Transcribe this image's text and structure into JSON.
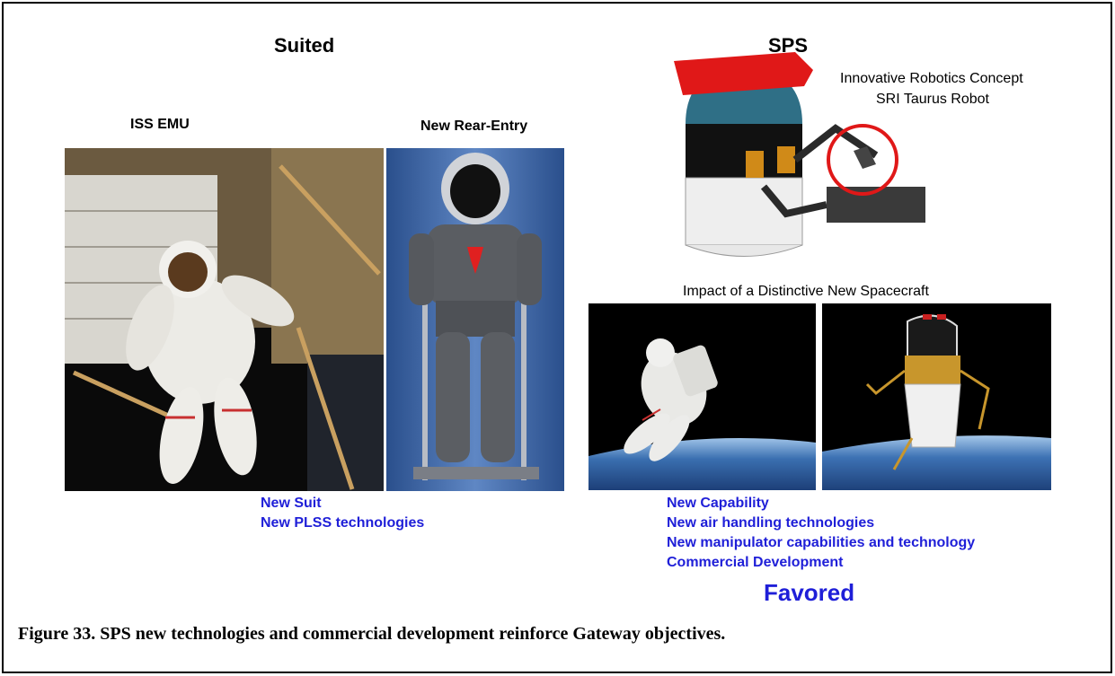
{
  "left": {
    "heading": "Suited",
    "left_label": "ISS EMU",
    "right_label": "New Rear-Entry",
    "notes": [
      "New Suit",
      "New PLSS technologies"
    ]
  },
  "right": {
    "heading": "SPS",
    "robot_label_line1": "Innovative Robotics Concept",
    "robot_label_line2": "SRI Taurus Robot",
    "impact_label": "Impact of a Distinctive New Spacecraft",
    "notes": [
      "New Capability",
      "New air handling technologies",
      "New manipulator capabilities and technology",
      "Commercial Development"
    ],
    "favored": "Favored"
  },
  "caption": "Figure 33. SPS new technologies and commercial development reinforce Gateway objectives."
}
